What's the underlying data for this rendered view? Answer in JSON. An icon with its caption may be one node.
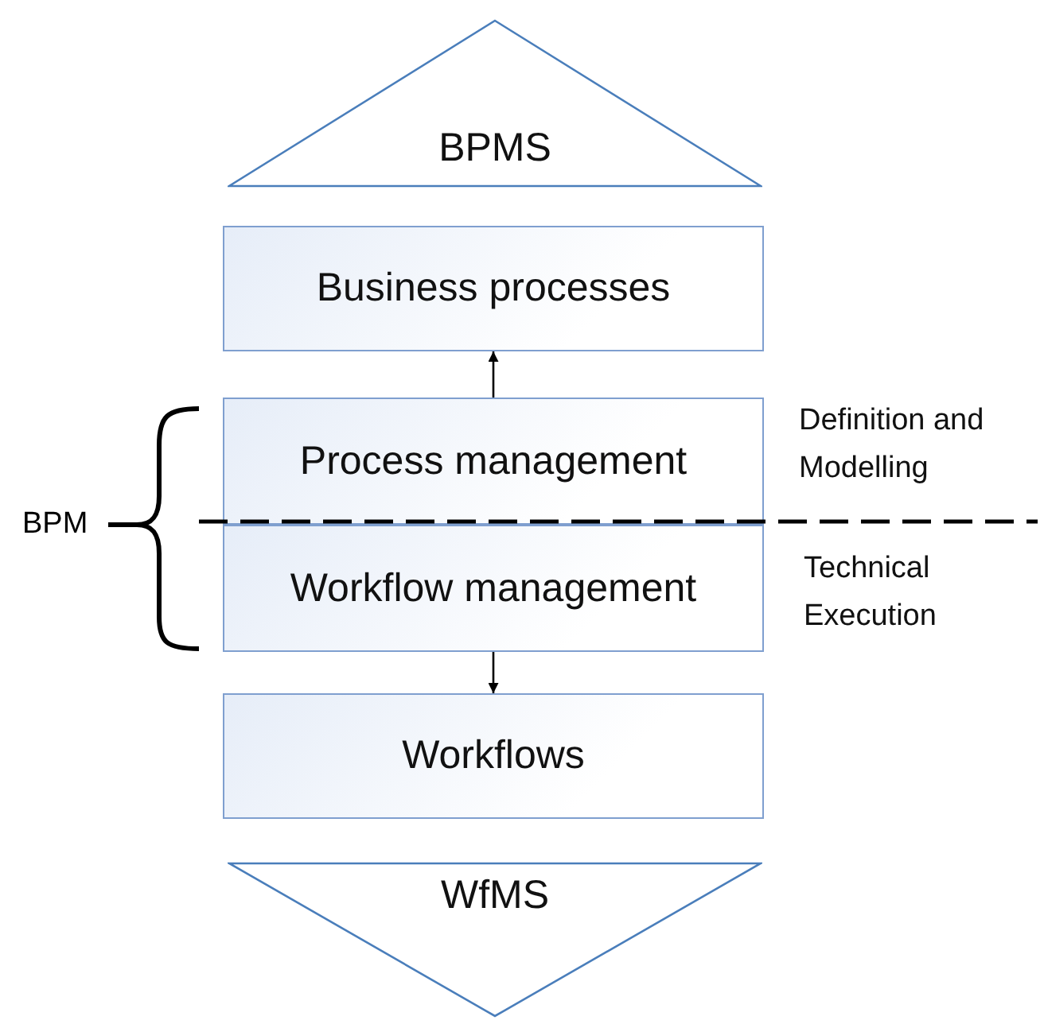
{
  "diagram": {
    "nodes": [
      {
        "text": [
          "BPMS"
        ]
      },
      {
        "text": [
          "Business processes"
        ]
      },
      {
        "text": [
          "Process management"
        ],
        "beside": [
          "Definition and Modelling"
        ]
      },
      {
        "text": [
          "Workflow management"
        ],
        "beside": [
          "Technical Execution"
        ]
      },
      {
        "text": [
          "Workflows"
        ]
      },
      {
        "text": [
          "WfMS"
        ]
      }
    ],
    "edges": [
      {
        "from": 2,
        "to": 1,
        "arrow": "to"
      },
      {
        "from": 3,
        "to": 4,
        "arrow": "to"
      }
    ],
    "labels": [
      "BPM"
    ]
  }
}
